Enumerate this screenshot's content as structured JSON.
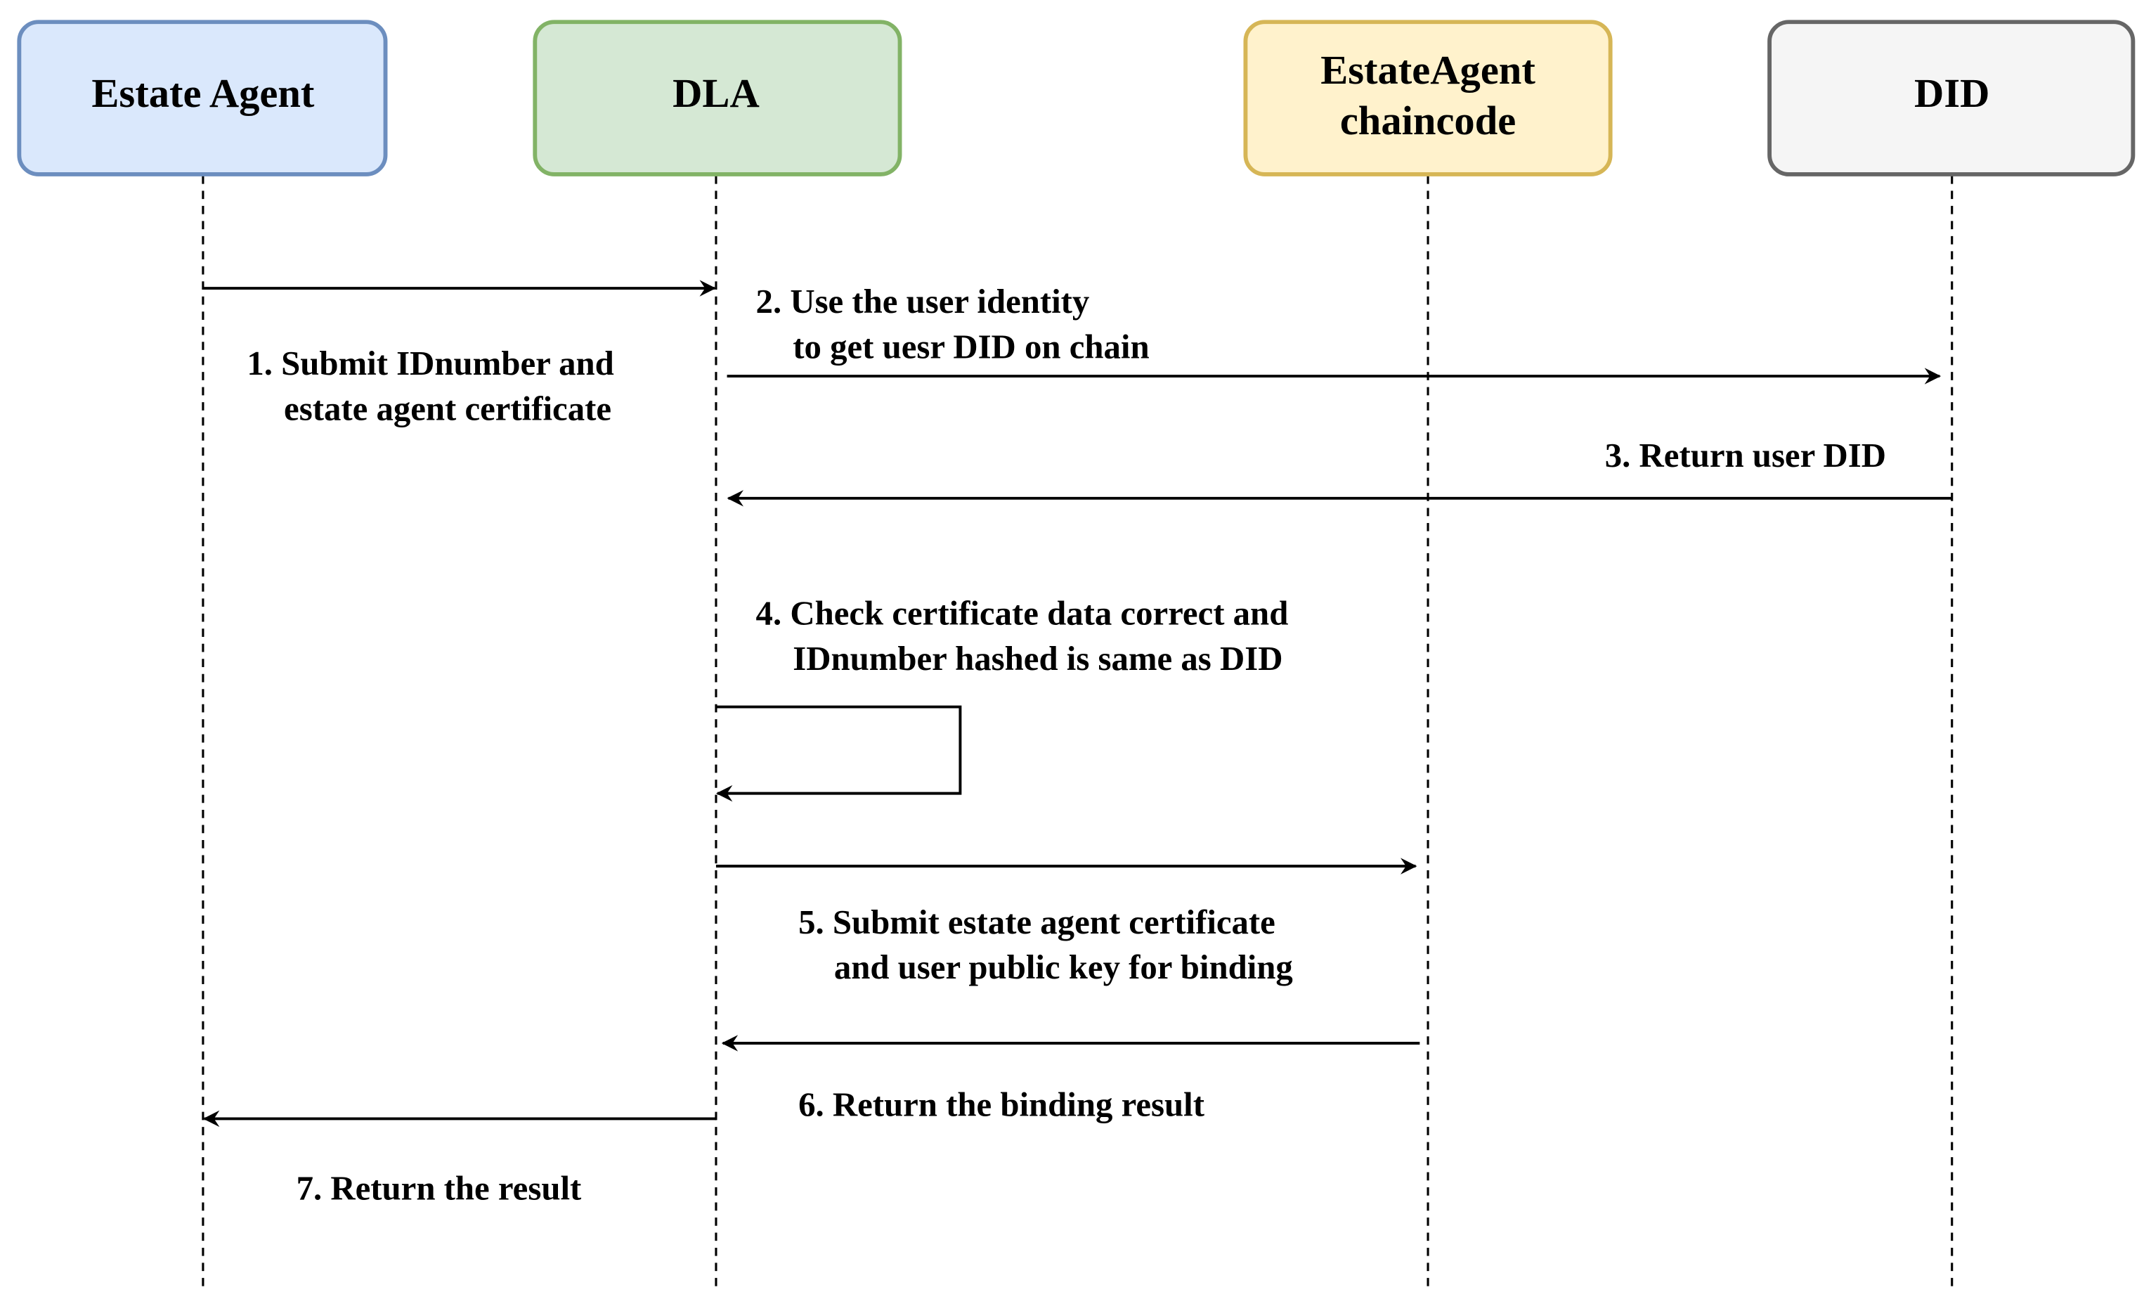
{
  "participants": [
    {
      "id": "estate_agent",
      "lines": [
        "Estate Agent"
      ],
      "fill": "#dae8fc",
      "stroke": "#6c8ebf"
    },
    {
      "id": "dla",
      "lines": [
        "DLA"
      ],
      "fill": "#d5e8d4",
      "stroke": "#82b366"
    },
    {
      "id": "chaincode",
      "lines": [
        "EstateAgent",
        "chaincode"
      ],
      "fill": "#fff2cc",
      "stroke": "#d6b656"
    },
    {
      "id": "did",
      "lines": [
        "DID"
      ],
      "fill": "#f5f5f5",
      "stroke": "#666666"
    }
  ],
  "messages": [
    {
      "step": "1",
      "from": "estate_agent",
      "to": "dla",
      "lines": [
        "1. Submit IDnumber and",
        "estate agent certificate"
      ]
    },
    {
      "step": "2",
      "from": "dla",
      "to": "did",
      "lines": [
        "2. Use the user identity",
        "to get uesr DID on chain"
      ]
    },
    {
      "step": "3",
      "from": "did",
      "to": "dla",
      "lines": [
        "3. Return user DID"
      ]
    },
    {
      "step": "4",
      "from": "dla",
      "to": "dla",
      "lines": [
        "4. Check certificate data correct and",
        "IDnumber hashed is same as DID"
      ]
    },
    {
      "step": "5",
      "from": "dla",
      "to": "chaincode",
      "lines": [
        "5. Submit estate agent certificate",
        "and user public key for binding"
      ]
    },
    {
      "step": "6",
      "from": "chaincode",
      "to": "dla",
      "lines": [
        "6. Return the binding result"
      ]
    },
    {
      "step": "7",
      "from": "dla",
      "to": "estate_agent",
      "lines": [
        "7. Return the result"
      ]
    }
  ]
}
